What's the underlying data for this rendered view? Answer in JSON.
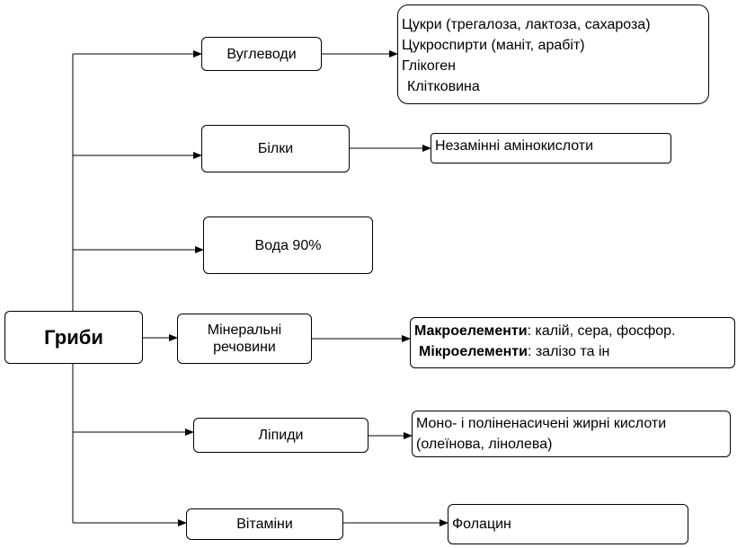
{
  "root": {
    "label": "Гриби"
  },
  "categories": {
    "carbs": {
      "label": "Вуглеводи"
    },
    "proteins": {
      "label": "Білки"
    },
    "water": {
      "label": "Вода 90%"
    },
    "minerals": {
      "line1": "Мінеральні",
      "line2": "речовини"
    },
    "lipids": {
      "label": "Ліпиди"
    },
    "vitamins": {
      "label": "Вітаміни"
    }
  },
  "details": {
    "carbs": {
      "line1": "Цукри (трегалоза, лактоза, сахароза)",
      "line2": "Цукроспирти (маніт, арабіт)",
      "line3": "Глікоген",
      "line4": "Клітковина"
    },
    "proteins": {
      "text": "Незамінні амінокислоти"
    },
    "minerals": {
      "macro_label": "Макроелементи",
      "macro_text": ": калій, сера, фосфор.",
      "micro_label": "Мікроелементи",
      "micro_text": ": залізо та ін"
    },
    "lipids": {
      "line1": "Моно- і поліненасичені жирні кислоти",
      "line2": "(олеїнова, лінолева)"
    },
    "vitamins": {
      "text": "Фолацин"
    }
  }
}
